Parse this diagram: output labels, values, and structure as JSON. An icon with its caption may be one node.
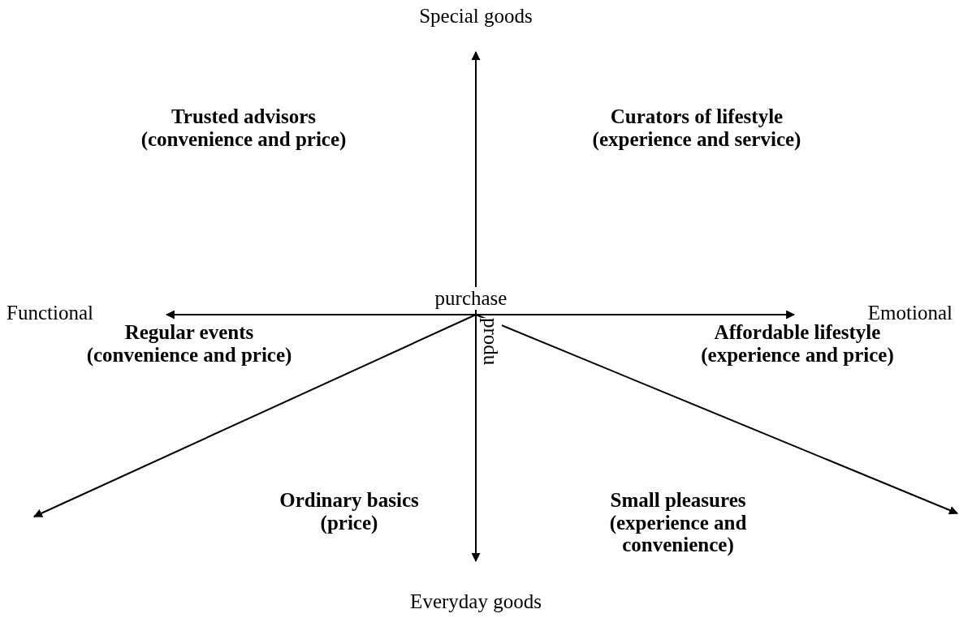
{
  "diagram": {
    "labels": [
      "Special goods",
      "Trusted advisors (convenience and price)",
      "Curators of lifestyle (experience and service)",
      "purchase",
      "Functional",
      "Emotional",
      "Regular events (convenience and price)",
      "produ",
      "Affordable lifestyle (experience and price)",
      "Ordinary basics (price)",
      "Small pleasures (experience and convenience)",
      "Everyday goods"
    ]
  }
}
